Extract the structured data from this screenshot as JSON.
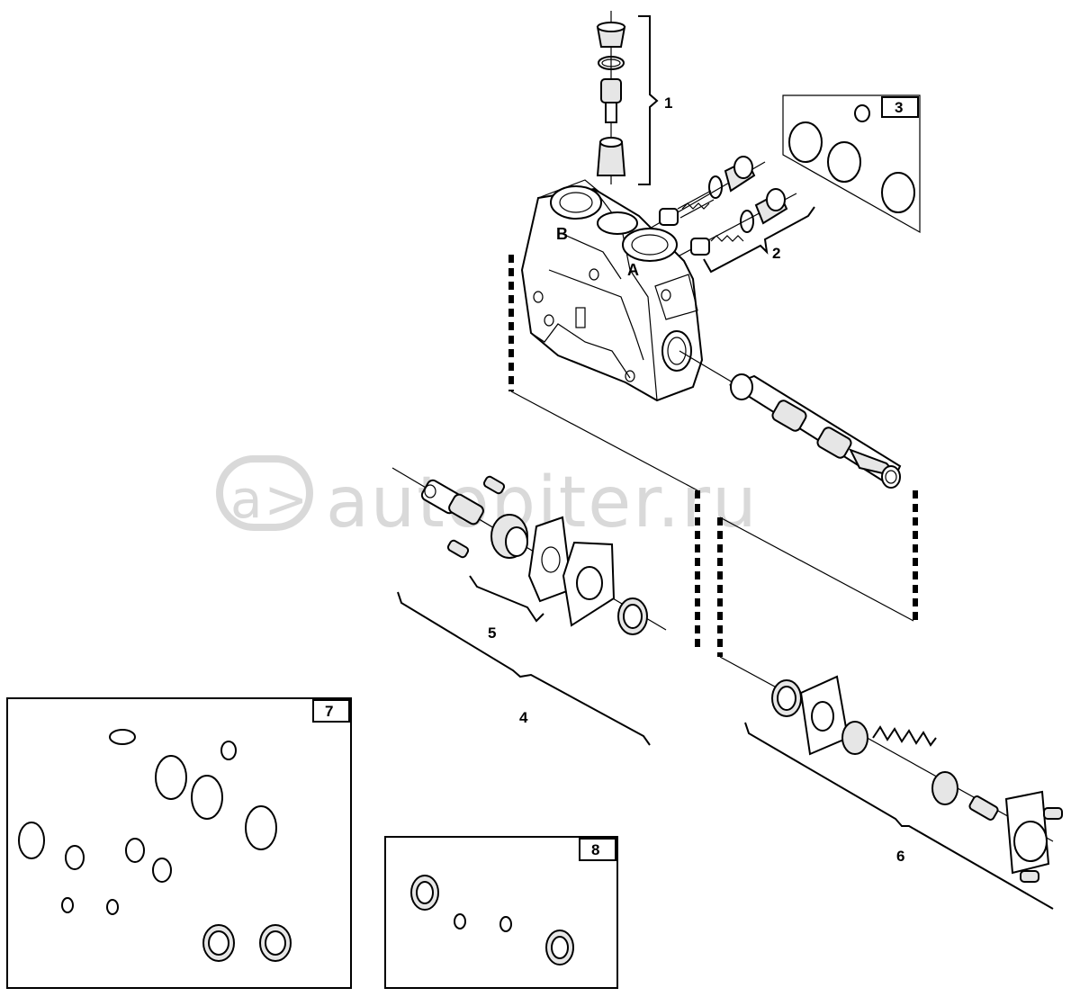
{
  "watermark": {
    "text": "autopiter.ru",
    "logo_text": "a>"
  },
  "callouts": {
    "c1": "1",
    "c2": "2",
    "c4": "4",
    "c5": "5",
    "c6": "6"
  },
  "boxes": {
    "kit3": "3",
    "kit7": "7",
    "kit8": "8"
  },
  "ports": {
    "a": "A",
    "b": "B"
  }
}
